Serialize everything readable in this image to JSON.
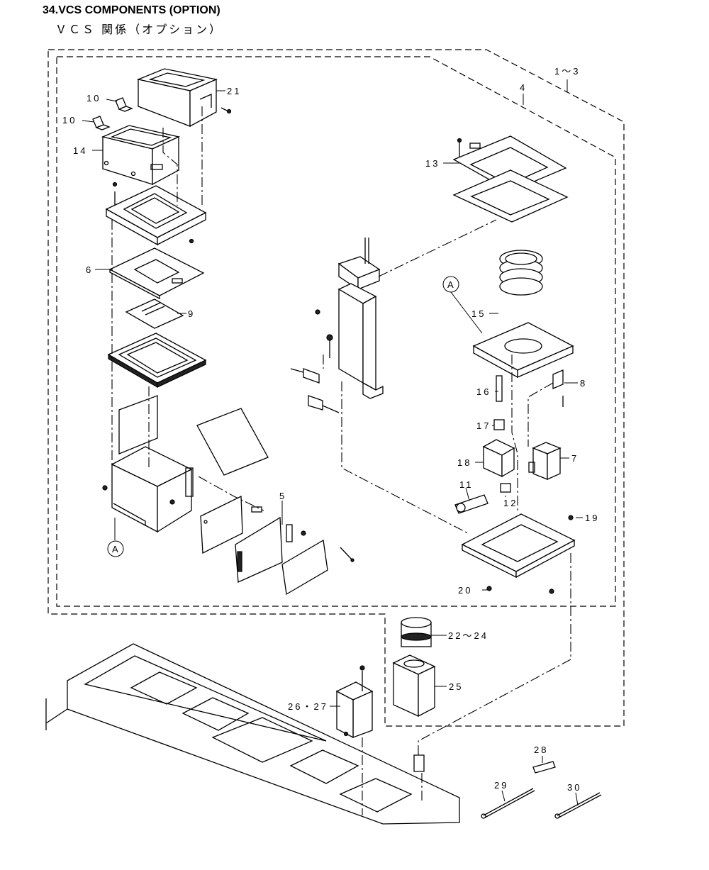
{
  "title": "34.VCS COMPONENTS (OPTION)",
  "subtitle": "ＶＣＳ 関係（オプション）",
  "callouts": {
    "c1_3": "1～3",
    "c4": "4",
    "c5": "5",
    "c6": "6",
    "c7": "7",
    "c8": "8",
    "c9": "9",
    "c10a": "10",
    "c10b": "10",
    "c11": "11",
    "c12": "12",
    "c13": "13",
    "c14": "14",
    "c15": "15",
    "c16": "16",
    "c17": "17",
    "c18": "18",
    "c19": "19",
    "c20": "20",
    "c21": "21",
    "c22_24": "22～24",
    "c25": "25",
    "c26_27": "26・27",
    "c28": "28",
    "c29": "29",
    "c30": "30",
    "refA1": "A",
    "refA2": "A"
  }
}
